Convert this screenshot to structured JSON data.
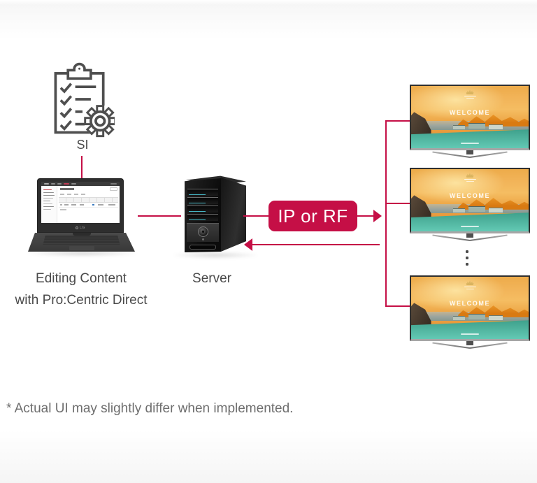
{
  "diagram": {
    "si_label": "SI",
    "editing_caption": {
      "line1": "Editing Content",
      "line2": "with Pro:Centric Direct"
    },
    "server_label": "Server",
    "badge_label": "IP or RF",
    "footnote": "* Actual UI may slightly differ when implemented."
  },
  "tvs": [
    {
      "welcome": "WELCOME"
    },
    {
      "welcome": "WELCOME"
    },
    {
      "welcome": "WELCOME"
    }
  ],
  "icons": {
    "si_icon": "clipboard-checklist-gear-icon",
    "ellipsis": "vertical-ellipsis-icon"
  },
  "colors": {
    "accent": "#c50f46",
    "icon-stroke": "#4f4f4f",
    "label-text": "#4a4a4a",
    "footnote-text": "#6e6e6e",
    "badge-text": "#ffffff"
  }
}
